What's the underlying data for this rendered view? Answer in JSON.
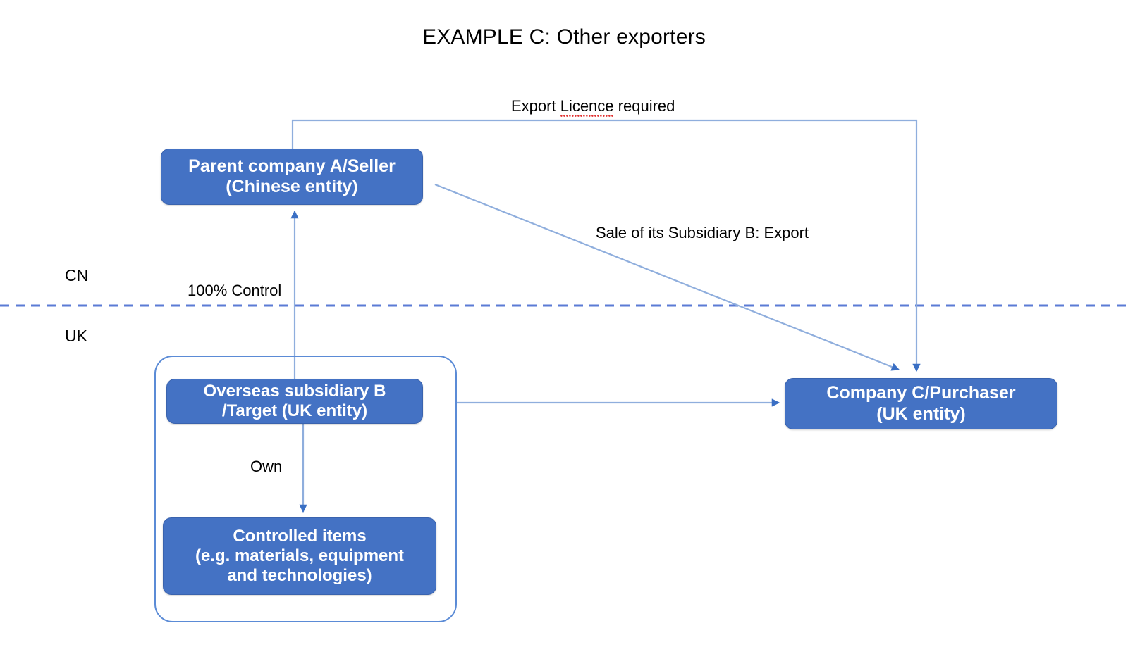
{
  "title": "EXAMPLE C: Other exporters",
  "regions": {
    "above_line": "CN",
    "below_line": "UK"
  },
  "nodes": {
    "parent": "Parent company A/Seller\n(Chinese entity)",
    "subsidiary": "Overseas subsidiary B\n/Target (UK entity)",
    "controlled_items": "Controlled items\n(e.g. materials, equipment\nand technologies)",
    "purchaser": "Company C/Purchaser\n(UK entity)"
  },
  "edges": {
    "export_licence_prefix": "Export ",
    "export_licence_misspelled": "Licence",
    "export_licence_suffix": " required",
    "sale": "Sale of its Subsidiary B: Export",
    "control": "100% Control",
    "own": "Own"
  },
  "colors": {
    "node_fill": "#4472C4",
    "node_border": "#3A63AE",
    "node_text": "#FFFFFF",
    "connector": "#5B8BD6",
    "container_border": "#5B8BD6",
    "divider": "#5B7BD5",
    "background": "#FFFFFF",
    "spellcheck_underline": "#E03131"
  }
}
